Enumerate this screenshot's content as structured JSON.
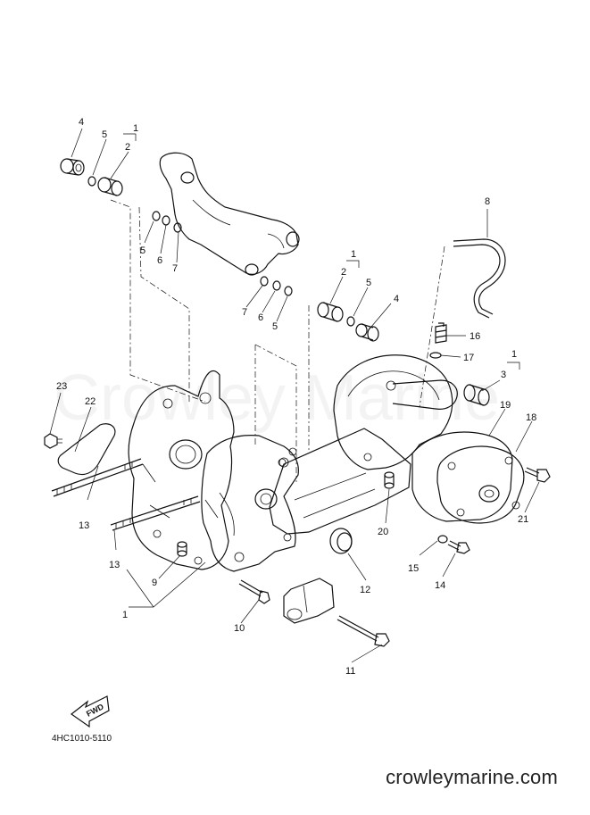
{
  "diagram": {
    "code": "4HC1010-5110",
    "site": "crowleymarine.com",
    "watermark": "Crowley Marine",
    "fwd_label": "FWD",
    "callouts": [
      "1",
      "2",
      "3",
      "4",
      "5",
      "6",
      "7",
      "8",
      "9",
      "10",
      "11",
      "12",
      "13",
      "14",
      "15",
      "16",
      "17",
      "18",
      "19",
      "20",
      "21",
      "22",
      "23"
    ]
  }
}
